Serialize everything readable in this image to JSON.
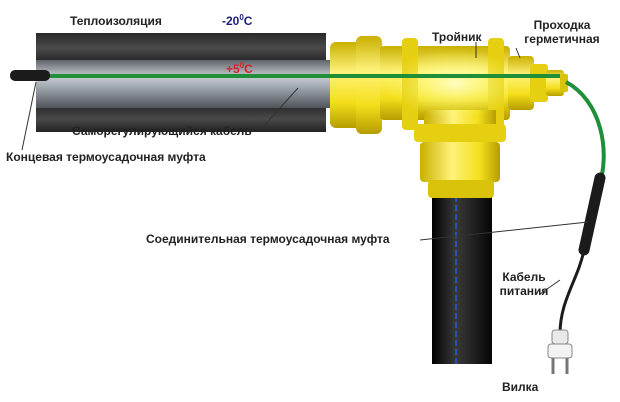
{
  "labels": {
    "insulation": "Теплоизоляция",
    "tee": "Тройник",
    "sealed_passage_line1": "Проходка",
    "sealed_passage_line2": "герметичная",
    "self_regulating_cable": "Саморегулирующийся кабель",
    "end_sleeve": "Концевая термоусадочная муфта",
    "connecting_sleeve": "Соединительная термоусадочная муфта",
    "power_cable_line1": "Кабель",
    "power_cable_line2": "питания",
    "plug": "Вилка"
  },
  "temperatures": {
    "outside_value": "-20",
    "outside_unit": "C",
    "inside_value": "+5",
    "inside_unit": "C"
  },
  "degree_mark": "0",
  "colors": {
    "insulation": "#3a3a3a",
    "pipe": "#8d949c",
    "cable": "#1f8f3a",
    "fittings": "#f4df1b",
    "pipe_vertical": "#111111",
    "pipe_stripe": "#2b4fb3",
    "outside_temp": "#1c1c80",
    "inside_temp": "#d8222a"
  }
}
